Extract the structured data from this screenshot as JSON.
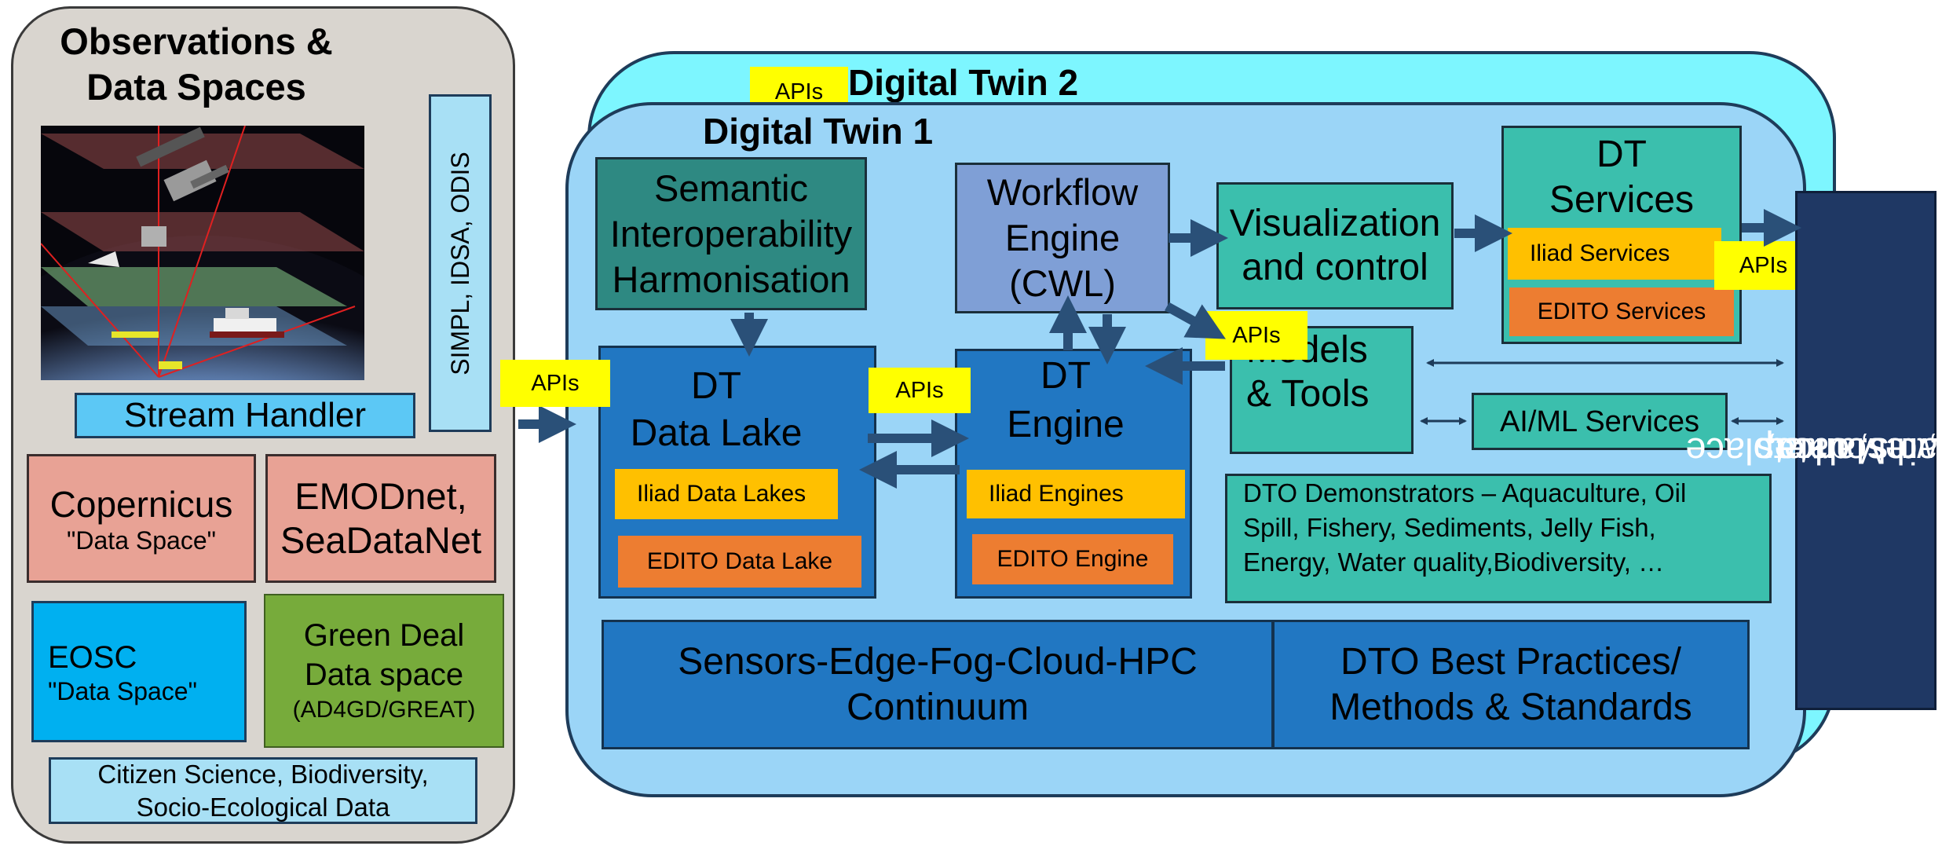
{
  "observations": {
    "title": "Observations & Data Spaces",
    "vertical_label": "SIMPL, IDSA, ODIS",
    "stream_handler": "Stream Handler",
    "copernicus": {
      "title": "Copernicus",
      "subtitle": "\"Data Space\""
    },
    "emodnet": {
      "line1": "EMODnet,",
      "line2": "SeaDataNet"
    },
    "eosc": {
      "title": "EOSC",
      "subtitle": "\"Data Space\""
    },
    "green_deal": {
      "line1": "Green Deal",
      "line2": "Data space",
      "line3": "(AD4GD/GREAT)"
    },
    "citizen": {
      "line1": "Citizen Science, Biodiversity,",
      "line2": "Socio-Ecological Data"
    }
  },
  "digital_twin_2": {
    "title": "Digital Twin 2"
  },
  "digital_twin_1": {
    "title": "Digital Twin 1",
    "semantic": {
      "line1": "Semantic",
      "line2": "Interoperability",
      "line3": "Harmonisation"
    },
    "workflow": {
      "line1": "Workflow",
      "line2": "Engine",
      "line3": "(CWL)"
    },
    "visualization": {
      "line1": "Visualization",
      "line2": "and control"
    },
    "dt_services": {
      "line1": "DT",
      "line2": "Services",
      "iliad": "Iliad Services",
      "edito": "EDITO Services"
    },
    "data_lake": {
      "line1": "DT",
      "line2": "Data Lake",
      "iliad": "Iliad Data Lakes",
      "edito": "EDITO Data Lake"
    },
    "engine": {
      "line1": "DT",
      "line2": "Engine",
      "iliad": "Iliad Engines",
      "edito": "EDITO Engine"
    },
    "models": {
      "line1": "Models",
      "line2": "& Tools"
    },
    "aiml": "AI/ML Services",
    "demonstrators": {
      "line1": "DTO Demonstrators – Aquaculture, Oil",
      "line2": "Spill, Fishery, Sediments, Jelly Fish,",
      "line3": "Energy, Water quality,Biodiversity, …"
    },
    "continuum": {
      "line1": "Sensors-Edge-Fog-Cloud-HPC",
      "line2": "Continuum"
    },
    "best_practices": {
      "line1": "DTO Best Practices/",
      "line2": "Methods & Standards"
    }
  },
  "apis_label": "APIs",
  "marketplace": {
    "line1": "Iliad Marketplace",
    "line2": "Twins, data,",
    "line3": "models, resources"
  },
  "colors": {
    "arrow": "#2a5078",
    "dt2_fill": "#7df6ff",
    "dt1_fill": "#9bd5f7",
    "api_label": "#ffff00",
    "iliad": "#ffc000",
    "edito": "#ed7d31",
    "marketplace": "#1f3864"
  }
}
